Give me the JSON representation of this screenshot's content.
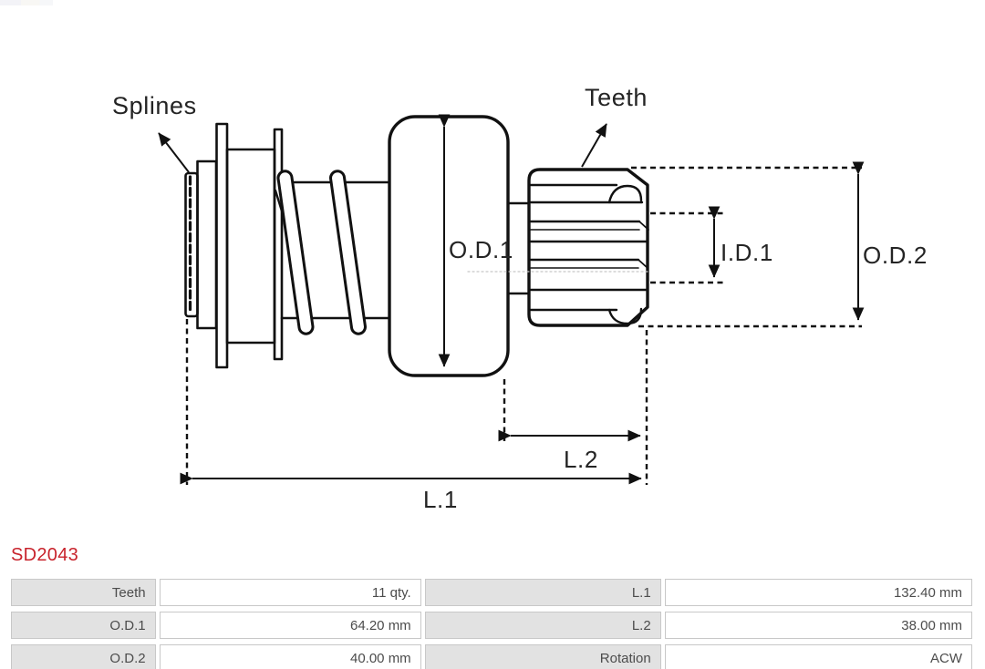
{
  "diagram": {
    "labels": {
      "splines": "Splines",
      "teeth": "Teeth",
      "od1": "O.D.1",
      "id1": "I.D.1",
      "od2": "O.D.2",
      "l2": "L.2",
      "l1": "L.1"
    }
  },
  "part": {
    "number": "SD2043"
  },
  "spec_table": {
    "rows": [
      {
        "c0": "Teeth",
        "c1": "11 qty.",
        "c2": "L.1",
        "c3": "132.40 mm"
      },
      {
        "c0": "O.D.1",
        "c1": "64.20 mm",
        "c2": "L.2",
        "c3": "38.00 mm"
      },
      {
        "c0": "O.D.2",
        "c1": "40.00 mm",
        "c2": "Rotation",
        "c3": "ACW"
      }
    ]
  },
  "colors": {
    "part_number": "#c8232c",
    "drawing_line": "#111111",
    "table_label_bg": "#e2e2e2",
    "table_border": "#c8c8c8",
    "table_text": "#4c4c4c"
  }
}
